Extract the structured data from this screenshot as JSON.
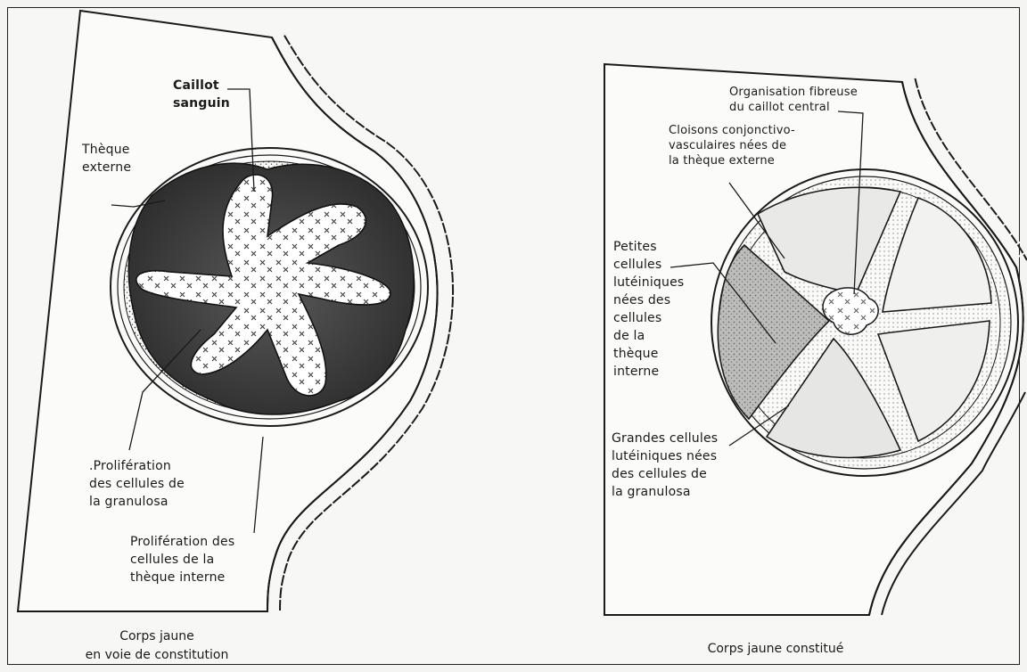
{
  "left_figure": {
    "caption": "Corps jaune\nen voie de constitution",
    "labels": {
      "caillot": "Caillot\nsanguin",
      "theque_externe": "Thèque\nexterne",
      "prolif_granulosa": ".Prolifération\ndes cellules de\nla granulosa",
      "prolif_theque": "Prolifération des\ncellules de la\nthèque interne"
    }
  },
  "right_figure": {
    "caption": "Corps jaune constitué",
    "labels": {
      "organisation": "Organisation fibreuse\ndu caillot central",
      "cloisons": "Cloisons conjonctivo-\nvasculaires nées de\nla thèque externe",
      "petites": "Petites\ncellules\nlutéiniques\nnées des\ncellules\nde la\nthèque\ninterne",
      "grandes": "Grandes cellules\nlutéiniques nées\ndes cellules de\nla granulosa"
    }
  }
}
